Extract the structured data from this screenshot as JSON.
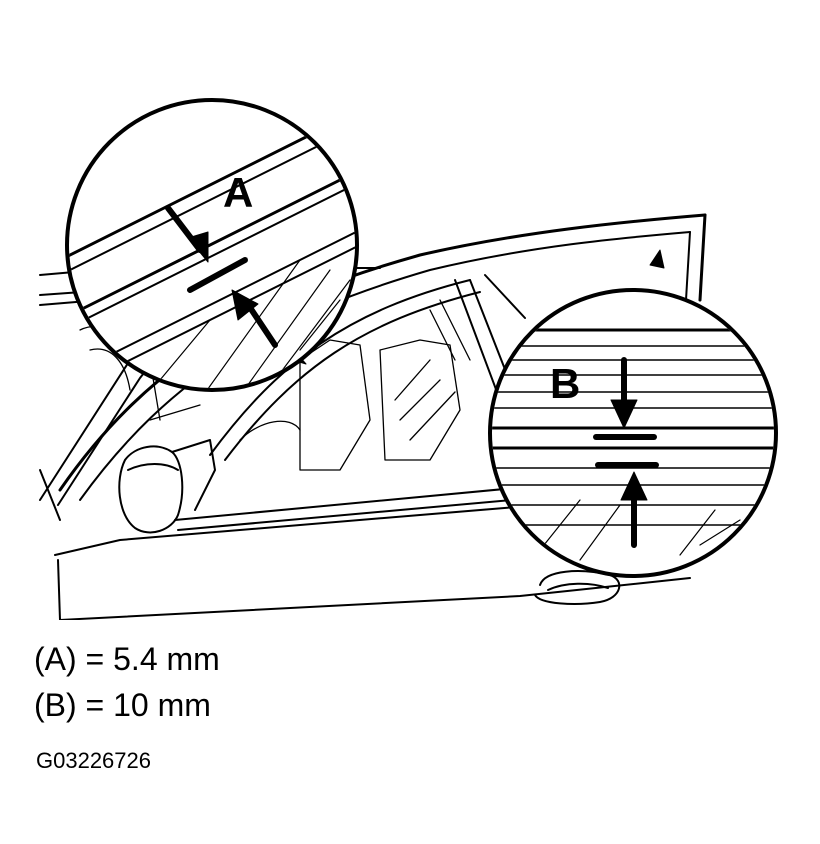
{
  "callouts": {
    "a_letter": "A",
    "b_letter": "B"
  },
  "measurements": [
    {
      "label": "(A) = 5.4 mm"
    },
    {
      "label": "(B) = 10 mm"
    }
  ],
  "figure_id": "G03226726",
  "colors": {
    "ink": "#000000",
    "paper": "#ffffff"
  }
}
